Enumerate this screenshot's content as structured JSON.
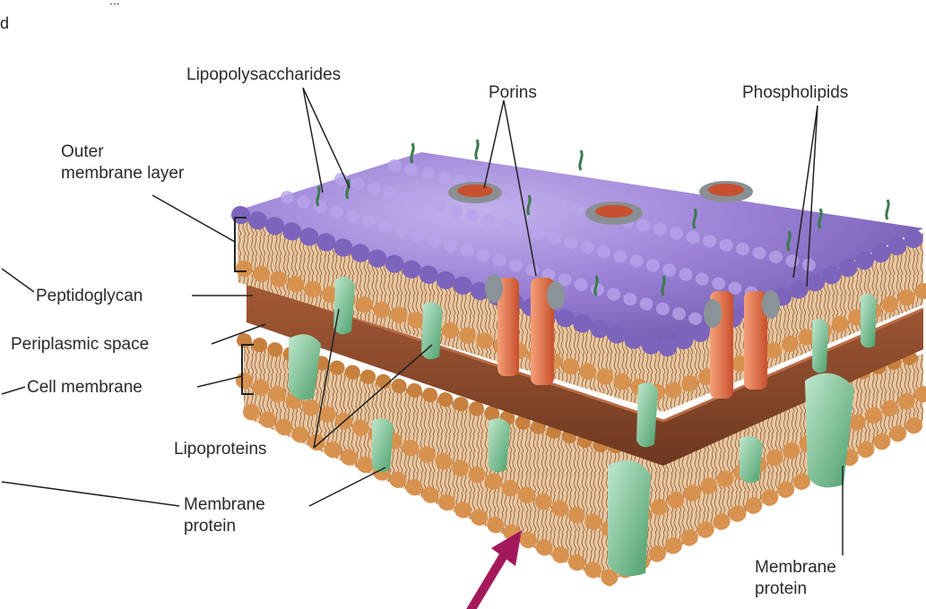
{
  "corner_letter": "d",
  "top_partial_text": "...",
  "labels": {
    "lipopolysaccharides": "Lipopolysaccharides",
    "porins": "Porins",
    "phospholipids": "Phospholipids",
    "outer_membrane": "Outer\nmembrane layer",
    "peptidoglycan": "Peptidoglycan",
    "periplasmic_space": "Periplasmic space",
    "cell_membrane": "Cell membrane",
    "lipoproteins": "Lipoproteins",
    "membrane_protein_left": "Membrane\nprotein",
    "membrane_protein_right": "Membrane\nprotein"
  },
  "colors": {
    "lps_bead": "#9b82d6",
    "head_bead": "#f0b37e",
    "peptidoglycan": "#8b4a2b",
    "lipid_tail": "#c89a6e",
    "protein": "#7dc79b",
    "porin": "#e47a4f",
    "arrow": "#a3195b"
  }
}
